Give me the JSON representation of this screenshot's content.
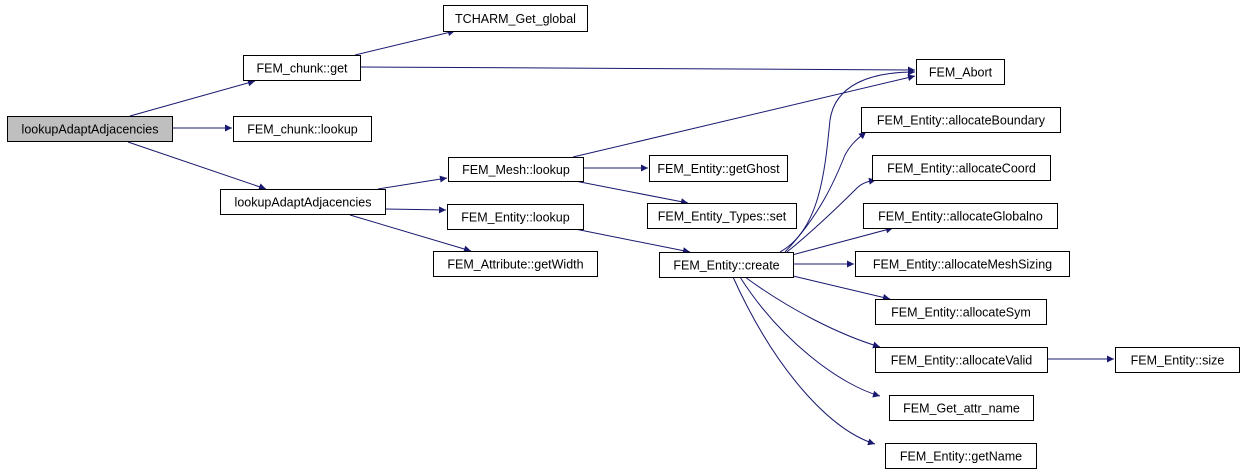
{
  "diagram": {
    "type": "call-graph",
    "colors": {
      "edge": "#191970",
      "node_border": "#000000",
      "node_fill": "#ffffff",
      "root_fill": "#bfbfbf",
      "text": "#000000"
    },
    "nodes": [
      {
        "id": "root",
        "label": "lookupAdaptAdjacencies",
        "root": true
      },
      {
        "id": "chunk_get",
        "label": "FEM_chunk::get"
      },
      {
        "id": "chunk_lookup",
        "label": "FEM_chunk::lookup"
      },
      {
        "id": "tcharm",
        "label": "TCHARM_Get_global"
      },
      {
        "id": "abort",
        "label": "FEM_Abort"
      },
      {
        "id": "lookup2",
        "label": "lookupAdaptAdjacencies"
      },
      {
        "id": "mesh_lookup",
        "label": "FEM_Mesh::lookup"
      },
      {
        "id": "entity_lookup",
        "label": "FEM_Entity::lookup"
      },
      {
        "id": "attr_width",
        "label": "FEM_Attribute::getWidth"
      },
      {
        "id": "get_ghost",
        "label": "FEM_Entity::getGhost"
      },
      {
        "id": "types_set",
        "label": "FEM_Entity_Types::set"
      },
      {
        "id": "create",
        "label": "FEM_Entity::create"
      },
      {
        "id": "alloc_boundary",
        "label": "FEM_Entity::allocateBoundary"
      },
      {
        "id": "alloc_coord",
        "label": "FEM_Entity::allocateCoord"
      },
      {
        "id": "alloc_globalno",
        "label": "FEM_Entity::allocateGlobalno"
      },
      {
        "id": "alloc_meshsizing",
        "label": "FEM_Entity::allocateMeshSizing"
      },
      {
        "id": "alloc_sym",
        "label": "FEM_Entity::allocateSym"
      },
      {
        "id": "alloc_valid",
        "label": "FEM_Entity::allocateValid"
      },
      {
        "id": "entity_size",
        "label": "FEM_Entity::size"
      },
      {
        "id": "get_attr_name",
        "label": "FEM_Get_attr_name"
      },
      {
        "id": "get_name",
        "label": "FEM_Entity::getName"
      }
    ],
    "edges": [
      {
        "from": "root",
        "to": "chunk_get"
      },
      {
        "from": "root",
        "to": "chunk_lookup"
      },
      {
        "from": "root",
        "to": "lookup2"
      },
      {
        "from": "chunk_get",
        "to": "tcharm"
      },
      {
        "from": "chunk_get",
        "to": "abort"
      },
      {
        "from": "lookup2",
        "to": "mesh_lookup"
      },
      {
        "from": "lookup2",
        "to": "entity_lookup"
      },
      {
        "from": "lookup2",
        "to": "attr_width"
      },
      {
        "from": "mesh_lookup",
        "to": "abort"
      },
      {
        "from": "mesh_lookup",
        "to": "get_ghost"
      },
      {
        "from": "mesh_lookup",
        "to": "types_set"
      },
      {
        "from": "entity_lookup",
        "to": "create"
      },
      {
        "from": "create",
        "to": "abort"
      },
      {
        "from": "create",
        "to": "alloc_boundary"
      },
      {
        "from": "create",
        "to": "alloc_coord"
      },
      {
        "from": "create",
        "to": "alloc_globalno"
      },
      {
        "from": "create",
        "to": "alloc_meshsizing"
      },
      {
        "from": "create",
        "to": "alloc_sym"
      },
      {
        "from": "create",
        "to": "alloc_valid"
      },
      {
        "from": "create",
        "to": "get_attr_name"
      },
      {
        "from": "create",
        "to": "get_name"
      },
      {
        "from": "alloc_valid",
        "to": "entity_size"
      }
    ]
  }
}
